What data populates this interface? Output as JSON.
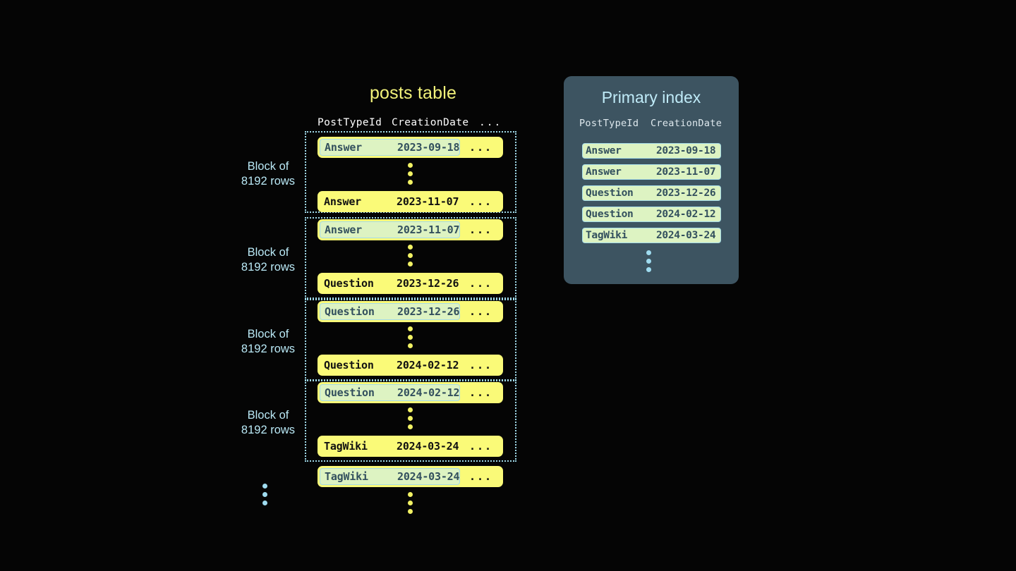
{
  "posts_table": {
    "title": "posts table",
    "columns": [
      "PostTypeId",
      "CreationDate",
      "..."
    ],
    "blocks": [
      {
        "label_line1": "Block of",
        "label_line2": "8192 rows",
        "first_row": {
          "post_type_id": "Answer",
          "creation_date": "2023-09-18",
          "rest": "...",
          "highlighted": true
        },
        "last_row": {
          "post_type_id": "Answer",
          "creation_date": "2023-11-07",
          "rest": "...",
          "highlighted": false
        }
      },
      {
        "label_line1": "Block of",
        "label_line2": "8192 rows",
        "first_row": {
          "post_type_id": "Answer",
          "creation_date": "2023-11-07",
          "rest": "...",
          "highlighted": true
        },
        "last_row": {
          "post_type_id": "Question",
          "creation_date": "2023-12-26",
          "rest": "...",
          "highlighted": false
        }
      },
      {
        "label_line1": "Block of",
        "label_line2": "8192 rows",
        "first_row": {
          "post_type_id": "Question",
          "creation_date": "2023-12-26",
          "rest": "...",
          "highlighted": true
        },
        "last_row": {
          "post_type_id": "Question",
          "creation_date": "2024-02-12",
          "rest": "...",
          "highlighted": false
        }
      },
      {
        "label_line1": "Block of",
        "label_line2": "8192 rows",
        "first_row": {
          "post_type_id": "Question",
          "creation_date": "2024-02-12",
          "rest": "...",
          "highlighted": true
        },
        "last_row": {
          "post_type_id": "TagWiki",
          "creation_date": "2024-03-24",
          "rest": "...",
          "highlighted": false
        }
      }
    ],
    "trailing_row": {
      "post_type_id": "TagWiki",
      "creation_date": "2024-03-24",
      "rest": "...",
      "highlighted": true
    }
  },
  "primary_index": {
    "title": "Primary index",
    "columns": [
      "PostTypeId",
      "CreationDate"
    ],
    "rows": [
      {
        "post_type_id": "Answer",
        "creation_date": "2023-09-18"
      },
      {
        "post_type_id": "Answer",
        "creation_date": "2023-11-07"
      },
      {
        "post_type_id": "Question",
        "creation_date": "2023-12-26"
      },
      {
        "post_type_id": "Question",
        "creation_date": "2024-02-12"
      },
      {
        "post_type_id": "TagWiki",
        "creation_date": "2024-03-24"
      }
    ]
  },
  "colors": {
    "background": "#050505",
    "row_yellow": "#fafa78",
    "highlight_green": "#ddf3c2",
    "highlight_border": "#a5dbe8",
    "panel_slate": "#3d5461",
    "title_yellow": "#f2f27a",
    "label_cyan": "#b9e8f5"
  }
}
